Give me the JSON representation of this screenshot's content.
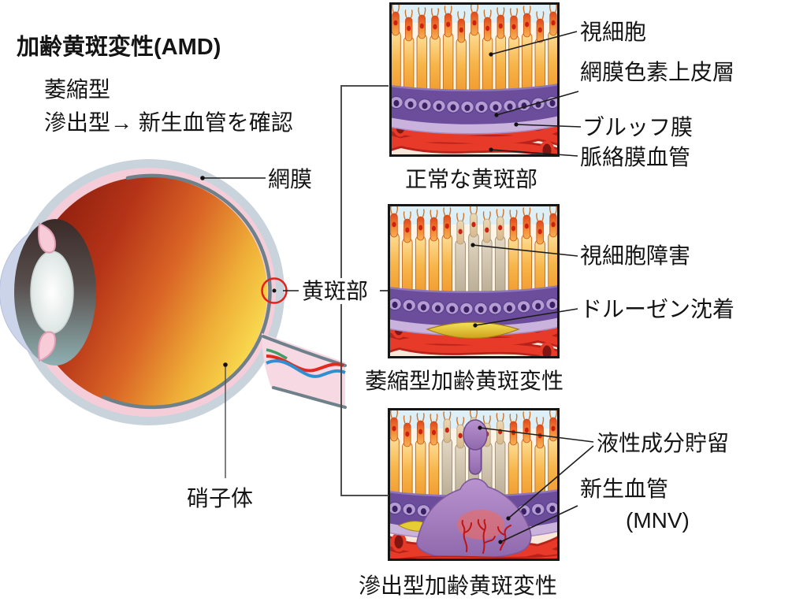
{
  "title": "加齢黄斑変性(AMD)",
  "notes": {
    "line1": "萎縮型",
    "line2": "滲出型→ 新生血管を確認"
  },
  "eye_labels": {
    "retina": "網膜",
    "macula": "黄斑部",
    "vitreous": "硝子体"
  },
  "panels": [
    {
      "caption": "正常な黄斑部",
      "labels": [
        "視細胞",
        "網膜色素上皮層",
        "ブルッフ膜",
        "脈絡膜血管"
      ]
    },
    {
      "caption": "萎縮型加齢黄斑変性",
      "labels": [
        "視細胞障害",
        "ドルーゼン沈着"
      ]
    },
    {
      "caption": "滲出型加齢黄斑変性",
      "labels": [
        "液性成分貯留",
        "新生血管",
        "(MNV)"
      ]
    }
  ],
  "colors": {
    "accent_red": "#e51f1a",
    "leader_line": "#1c1c1c",
    "bracket_line": "#4d4d4d"
  }
}
